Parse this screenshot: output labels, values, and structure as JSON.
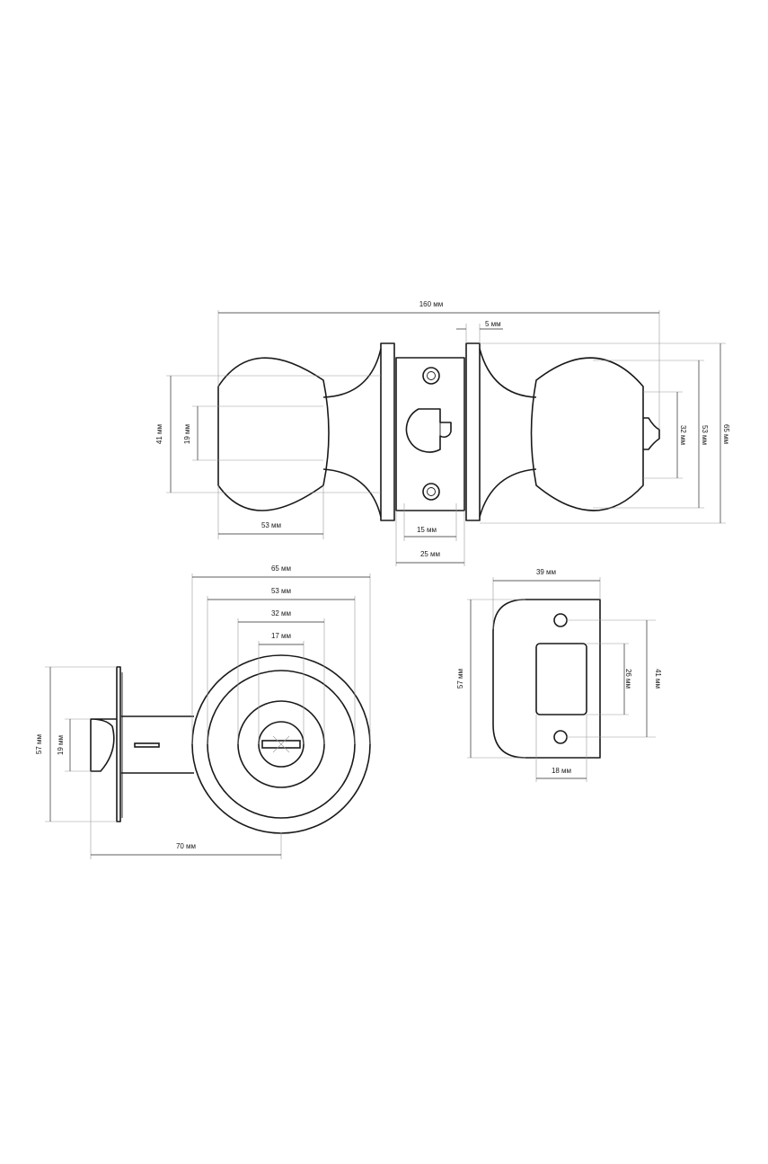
{
  "colors": {
    "line": "#1a1a1a",
    "extension": "#9a9a9a",
    "background": "#ffffff"
  },
  "top_view": {
    "overall_length": "160 мм",
    "rose_thickness": "5 мм",
    "knob_diameter": "41 мм",
    "neck_diameter": "19 мм",
    "knob_length": "53 мм",
    "hole_spacing": "15 мм",
    "chassis_width": "25 мм",
    "spindle_height": "32 мм",
    "knob_height": "53 мм",
    "rose_height": "65 мм"
  },
  "front_view": {
    "rose_diameter": "65 мм",
    "knob_diameter": "53 мм",
    "inner_diameter": "32 мм",
    "turn_button": "17 мм",
    "faceplate_height": "57 мм",
    "bolt_height": "19 мм",
    "backset": "70 мм"
  },
  "strike_view": {
    "width": "39 мм",
    "height": "57 мм",
    "opening_height": "26 мм",
    "hole_spacing": "41 мм",
    "opening_width": "18 мм"
  }
}
